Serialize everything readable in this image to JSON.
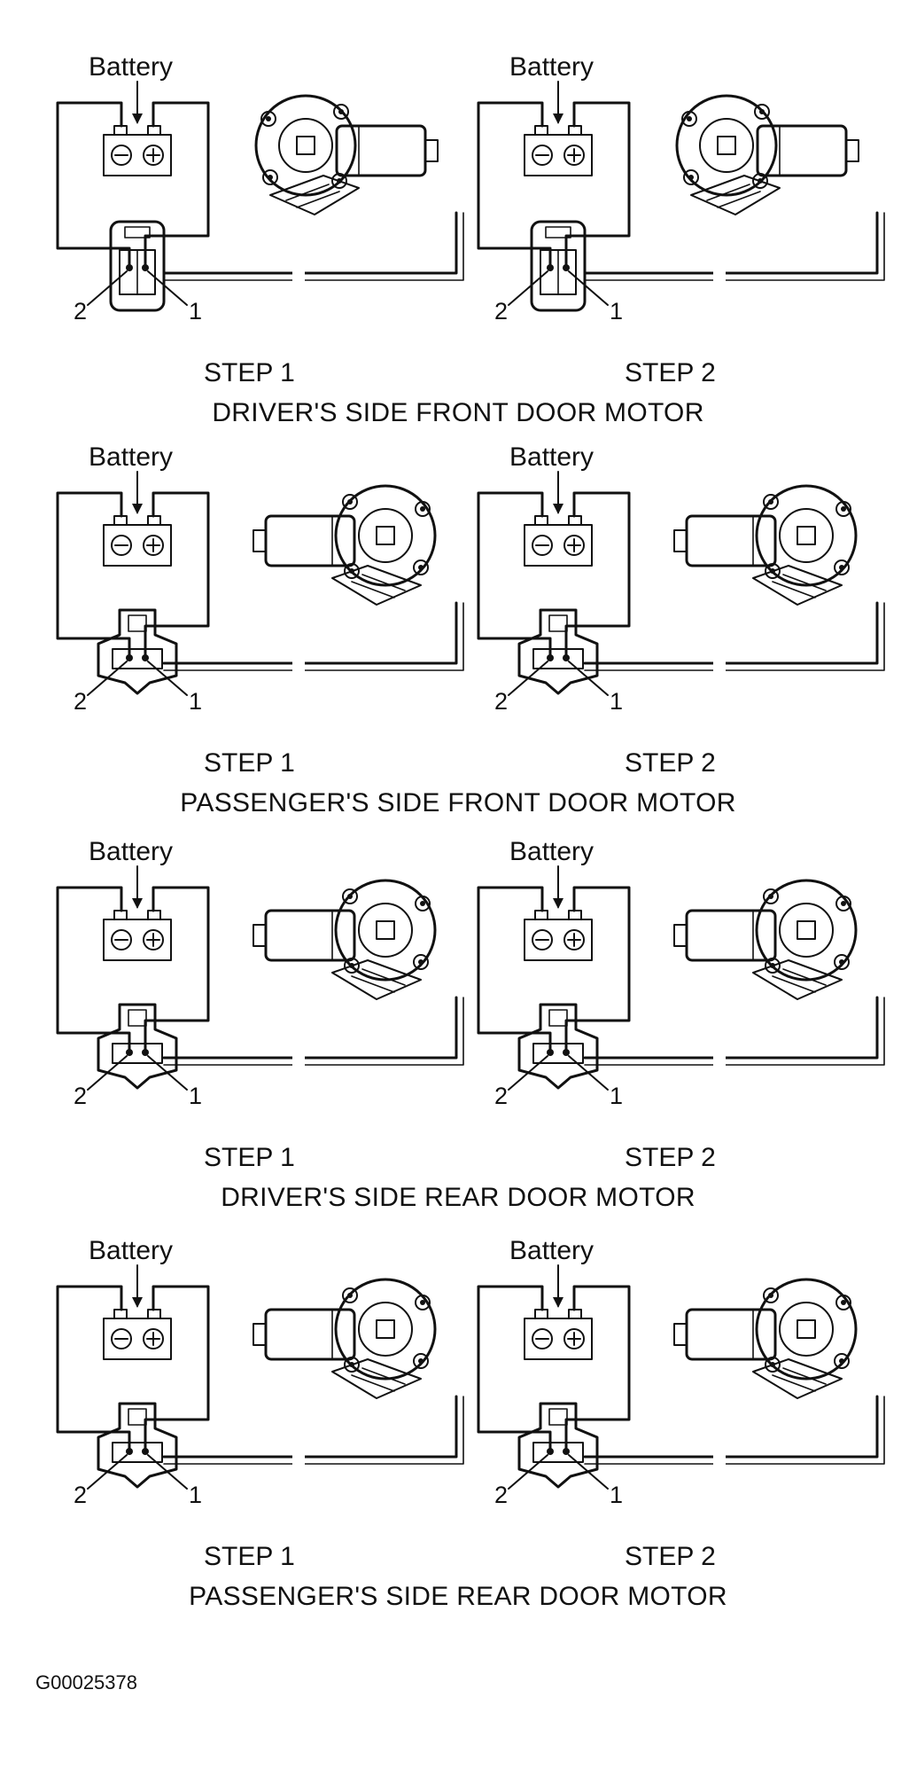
{
  "figure_id": "G00025378",
  "battery_label": "Battery",
  "pin_labels": [
    "2",
    "1"
  ],
  "sections": [
    {
      "title": "DRIVER'S SIDE FRONT DOOR MOTOR",
      "steps": [
        {
          "label": "STEP 1",
          "connector": "flat",
          "motor_facing": "right"
        },
        {
          "label": "STEP 2",
          "connector": "flat",
          "motor_facing": "right"
        }
      ]
    },
    {
      "title": "PASSENGER'S SIDE FRONT DOOR MOTOR",
      "steps": [
        {
          "label": "STEP 1",
          "connector": "tab",
          "motor_facing": "left"
        },
        {
          "label": "STEP 2",
          "connector": "tab",
          "motor_facing": "left"
        }
      ]
    },
    {
      "title": "DRIVER'S SIDE REAR DOOR MOTOR",
      "steps": [
        {
          "label": "STEP 1",
          "connector": "tab",
          "motor_facing": "left"
        },
        {
          "label": "STEP 2",
          "connector": "tab",
          "motor_facing": "left"
        }
      ]
    },
    {
      "title": "PASSENGER'S SIDE REAR DOOR MOTOR",
      "steps": [
        {
          "label": "STEP 1",
          "connector": "tab",
          "motor_facing": "left"
        },
        {
          "label": "STEP 2",
          "connector": "tab",
          "motor_facing": "left"
        }
      ]
    }
  ]
}
